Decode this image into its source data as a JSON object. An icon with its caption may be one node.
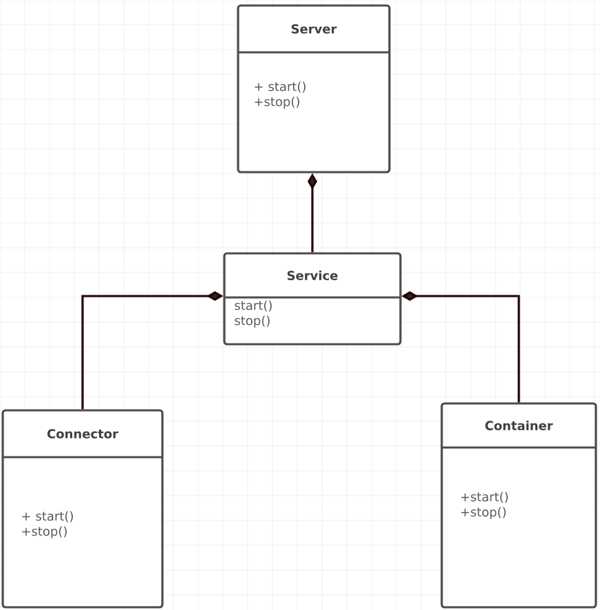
{
  "diagram": {
    "nodes": [
      {
        "text": [
          "Server",
          "+ start() +stop()"
        ]
      },
      {
        "text": [
          "Service",
          "start() stop()"
        ]
      },
      {
        "text": [
          "Connector",
          "+ start() +stop()"
        ]
      },
      {
        "text": [
          "Container",
          "+start() +stop()"
        ]
      }
    ],
    "edges": [
      {
        "from": 1,
        "to": 0,
        "arrow": "other"
      },
      {
        "from": 2,
        "to": 1,
        "arrow": "other"
      },
      {
        "from": 3,
        "to": 1,
        "arrow": "other"
      }
    ]
  }
}
